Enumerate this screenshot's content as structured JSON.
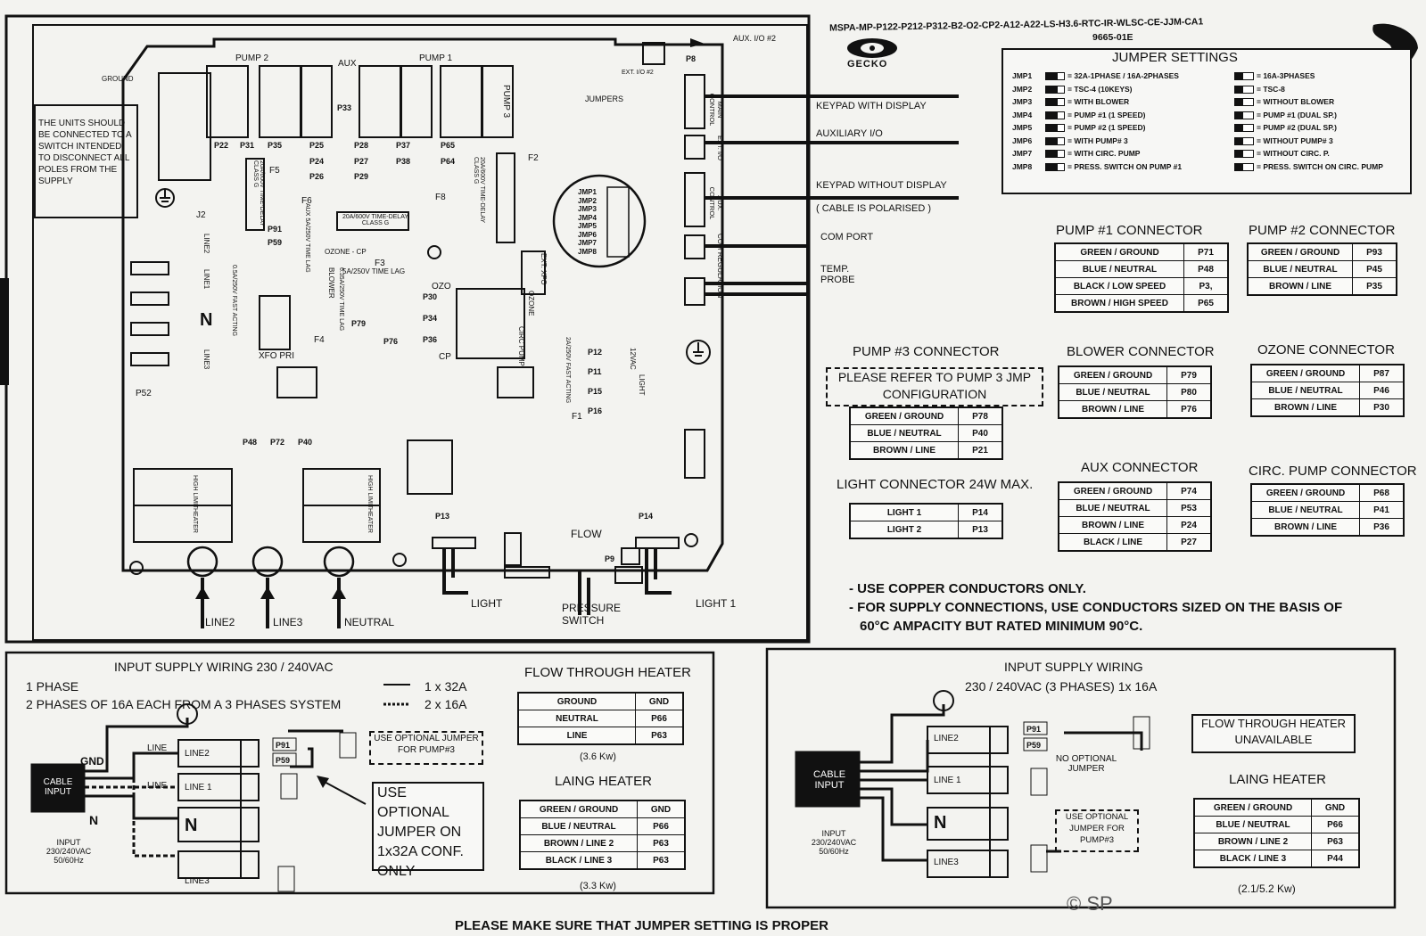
{
  "header": {
    "model_code": "MSPA-MP-P122-P212-P312-B2-O2-CP2-A12-A22-LS-H3.6-RTC-IR-WLSC-CE-JJM-CA1",
    "part_number": "9665-01E",
    "brand": "GECKO"
  },
  "board": {
    "pump2": "PUMP 2",
    "aux": "AUX",
    "pump1": "PUMP 1",
    "pump3": "PUMP 3",
    "ground": "GROUND",
    "jumpers": "JUMPERS",
    "aux_io2": "AUX. I/O #2",
    "ext_io2": "EXT. I/O #2",
    "main_control": "MAIN CONTROL",
    "ext_io": "EXT. I/O",
    "aux_control": "AUX. CONTROL",
    "com_regulation": "COM REGULATION",
    "f2_label": "20A/600V TIME-DELAY CLASS G",
    "line1_fuse": "20A/600V TIME-DELAY CLASS G",
    "line2_fuse": "20A/600V TIME-DELAY CLASS G",
    "ozone_cp": "OZONE - CP",
    "f3_rating": "5A/250V TIME LAG",
    "f4_rating": "6.35A/250V TIME LAG",
    "f5_rating": "0.5A/250V FAST ACTING",
    "f1_rating": "2A/250V FAST ACTING",
    "aux_fuse": "AUX 5A/250V TIME LAG",
    "ozo": "OZO",
    "cp": "CP",
    "ozone": "OZONE",
    "circ_pump": "CIRC PUMP",
    "xfo_pri": "XFO PRI",
    "ext_xfo": "EXT. XFO",
    "blower": "BLOWER",
    "light": "LIGHT",
    "vac12": "12VAC",
    "high_limit": "HIGH LIMIT",
    "heater": "HEATER",
    "flow": "FLOW",
    "light_out": "LIGHT",
    "pressure_switch": "PRESSURE SWITCH",
    "light1_out": "LIGHT 1",
    "line2": "LINE2",
    "line3": "LINE3",
    "neutral": "NEUTRAL",
    "n": "N",
    "line1": "LINE1",
    "line2v": "LINE2",
    "line3v": "LINE3",
    "notice": "THE UNITS SHOULD BE CONNECTED TO A SWITCH INTENDED TO DISCONNECT ALL POLES FROM THE SUPPLY",
    "f1": "F1",
    "f2": "F2",
    "f3": "F3",
    "f4": "F4",
    "f5": "F5",
    "f6": "F6",
    "f8": "F8",
    "j2": "J2",
    "p52": "P52",
    "jmp_labels": [
      "JMP1",
      "JMP2",
      "JMP3",
      "JMP4",
      "JMP5",
      "JMP6",
      "JMP7",
      "JMP8"
    ]
  },
  "connections_right": [
    "KEYPAD WITH DISPLAY",
    "AUXILIARY I/O",
    "KEYPAD WITHOUT DISPLAY",
    "( CABLE IS POLARISED )",
    "COM PORT",
    "TEMP. PROBE"
  ],
  "jumper_settings": {
    "title": "JUMPER SETTINGS",
    "rows": [
      {
        "jmp": "JMP1",
        "on": "= 32A-1PHASE / 16A-2PHASES",
        "off": "= 16A-3PHASES"
      },
      {
        "jmp": "JMP2",
        "on": "= TSC-4 (10KEYS)",
        "off": "= TSC-8"
      },
      {
        "jmp": "JMP3",
        "on": "= WITH BLOWER",
        "off": "= WITHOUT BLOWER"
      },
      {
        "jmp": "JMP4",
        "on": "= PUMP #1 (1 SPEED)",
        "off": "= PUMP #1 (DUAL SP.)"
      },
      {
        "jmp": "JMP5",
        "on": "= PUMP #2 (1 SPEED)",
        "off": "= PUMP #2 (DUAL SP.)"
      },
      {
        "jmp": "JMP6",
        "on": "= WITH PUMP# 3",
        "off": "= WITHOUT PUMP# 3"
      },
      {
        "jmp": "JMP7",
        "on": "= WITH CIRC. PUMP",
        "off": "= WITHOUT CIRC. P."
      },
      {
        "jmp": "JMP8",
        "on": "= PRESS. SWITCH ON PUMP #1",
        "off": "= PRESS. SWITCH ON CIRC. PUMP"
      }
    ]
  },
  "connectors": {
    "pump1": {
      "title": "PUMP #1 CONNECTOR",
      "rows": [
        [
          "GREEN / GROUND",
          "P71"
        ],
        [
          "BLUE / NEUTRAL",
          "P48"
        ],
        [
          "BLACK / LOW SPEED",
          "P3,"
        ],
        [
          "BROWN / HIGH SPEED",
          "P65"
        ]
      ]
    },
    "pump2": {
      "title": "PUMP #2 CONNECTOR",
      "rows": [
        [
          "GREEN / GROUND",
          "P93"
        ],
        [
          "BLUE / NEUTRAL",
          "P45"
        ],
        [
          "BROWN / LINE",
          "P35"
        ]
      ]
    },
    "pump3": {
      "title": "PUMP #3 CONNECTOR",
      "note": "PLEASE REFER TO PUMP 3 JMP CONFIGURATION",
      "rows": [
        [
          "GREEN / GROUND",
          "P78"
        ],
        [
          "BLUE / NEUTRAL",
          "P40"
        ],
        [
          "BROWN / LINE",
          "P21"
        ]
      ]
    },
    "blower": {
      "title": "BLOWER CONNECTOR",
      "rows": [
        [
          "GREEN / GROUND",
          "P79"
        ],
        [
          "BLUE / NEUTRAL",
          "P80"
        ],
        [
          "BROWN / LINE",
          "P76"
        ]
      ]
    },
    "ozone": {
      "title": "OZONE CONNECTOR",
      "rows": [
        [
          "GREEN / GROUND",
          "P87"
        ],
        [
          "BLUE / NEUTRAL",
          "P46"
        ],
        [
          "BROWN / LINE",
          "P30"
        ]
      ]
    },
    "light": {
      "title": "LIGHT CONNECTOR 24W MAX.",
      "rows": [
        [
          "LIGHT 1",
          "P14"
        ],
        [
          "LIGHT 2",
          "P13"
        ]
      ]
    },
    "aux": {
      "title": "AUX CONNECTOR",
      "rows": [
        [
          "GREEN / GROUND",
          "P74"
        ],
        [
          "BLUE / NEUTRAL",
          "P53"
        ],
        [
          "BROWN / LINE",
          "P24"
        ],
        [
          "BLACK / LINE",
          "P27"
        ]
      ]
    },
    "circ": {
      "title": "CIRC. PUMP CONNECTOR",
      "rows": [
        [
          "GREEN / GROUND",
          "P68"
        ],
        [
          "BLUE / NEUTRAL",
          "P41"
        ],
        [
          "BROWN / LINE",
          "P36"
        ]
      ]
    }
  },
  "notes": [
    "- USE COPPER CONDUCTORS ONLY.",
    "- FOR SUPPLY CONNECTIONS, USE CONDUCTORS SIZED ON THE BASIS OF",
    "60°C AMPACITY BUT RATED MINIMUM 90°C."
  ],
  "bottom_left": {
    "title": "INPUT SUPPLY WIRING 230 / 240VAC",
    "phase1": "1 PHASE",
    "phase2": "2 PHASES OF 16A EACH FROM A 3 PHASES SYSTEM",
    "legend1": "1 x 32A",
    "legend2": "2 x 16A",
    "gnd": "GND",
    "line": "LINE",
    "line_b": "LINE",
    "n": "N",
    "cable_input": "CABLE INPUT",
    "input": "INPUT 230/240VAC 50/60Hz",
    "line2": "LINE2",
    "line1": "LINE 1",
    "nbox": "N",
    "line3": "LINE3",
    "opt_jumper": "USE OPTIONAL JUMPER FOR PUMP#3",
    "opt_conf": "USE OPTIONAL JUMPER ON 1x32A CONF. ONLY",
    "flow_title": "FLOW THROUGH HEATER",
    "flow_rows": [
      [
        "GROUND",
        "GND"
      ],
      [
        "NEUTRAL",
        "P66"
      ],
      [
        "LINE",
        "P63"
      ]
    ],
    "flow_kw": "(3.6 Kw)",
    "laing_title": "LAING HEATER",
    "laing_rows": [
      [
        "GREEN / GROUND",
        "GND"
      ],
      [
        "BLUE / NEUTRAL",
        "P66"
      ],
      [
        "BROWN / LINE 2",
        "P63"
      ],
      [
        "BLACK / LINE 3",
        "P63"
      ]
    ],
    "laing_kw": "(3.3 Kw)"
  },
  "bottom_right": {
    "title1": "INPUT SUPPLY WIRING",
    "title2": "230 / 240VAC (3 PHASES) 1x 16A",
    "cable_input": "CABLE INPUT",
    "input": "INPUT 230/240VAC 50/60Hz",
    "line2": "LINE2",
    "line1": "LINE 1",
    "nbox": "N",
    "line3": "LINE3",
    "no_opt": "NO OPTIONAL JUMPER",
    "opt_jumper": "USE OPTIONAL JUMPER FOR PUMP#3",
    "flow_unavail": "FLOW THROUGH HEATER UNAVAILABLE",
    "laing_title": "LAING HEATER",
    "laing_rows": [
      [
        "GREEN / GROUND",
        "GND"
      ],
      [
        "BLUE / NEUTRAL",
        "P66"
      ],
      [
        "BROWN / LINE 2",
        "P63"
      ],
      [
        "BLACK / LINE 3",
        "P44"
      ]
    ],
    "laing_kw": "(2.1/5.2 Kw)"
  },
  "footer": "PLEASE MAKE SURE THAT JUMPER SETTING IS PROPER",
  "watermark": "© SP",
  "colors": {
    "ink": "#111111",
    "paper": "#f3f3f0"
  }
}
